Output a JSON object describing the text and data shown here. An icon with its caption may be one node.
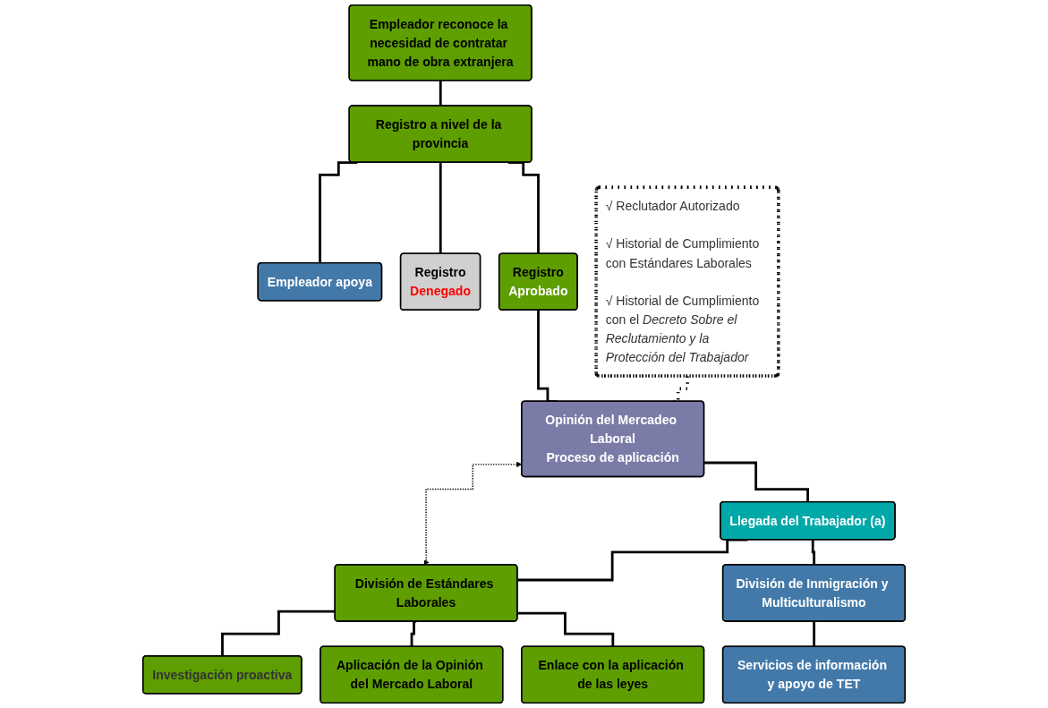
{
  "diagram": {
    "nodes": [
      {
        "text": [
          "Empleador reconoce la necesidad de contratar mano de obra extranjera"
        ]
      },
      {
        "text": [
          "Registro a nivel de la provincia"
        ]
      },
      {
        "text": [
          "Empleador apoya"
        ]
      },
      {
        "text": [
          "Registro",
          "Denegado"
        ]
      },
      {
        "text": [
          "Registro",
          "Aprobado"
        ]
      },
      {
        "text": [
          "Opinión del Mercadeo Laboral",
          "Proceso de aplicación"
        ]
      },
      {
        "text": [
          "Llegada del Trabajador (a)"
        ]
      },
      {
        "text": [
          "√ Reclutador Autorizado",
          "√ Historial de Cumplimiento con Estándares Laborales",
          "√ Historial de Cumplimiento con el *Decreto Sobre el Reclutamiento y la Protección del Trabajador*"
        ]
      },
      {
        "text": [
          "División de Inmigración y Multiculturalismo"
        ]
      },
      {
        "text": [
          "División de Estándares Laborales"
        ]
      },
      {
        "text": [
          "Servicios de información y apoyo de TET"
        ]
      },
      {
        "text": [
          "Investigación proactiva"
        ]
      },
      {
        "text": [
          "Aplicación de la Opinión del Mercado Laboral"
        ]
      },
      {
        "text": [
          "Enlace con la aplicación de las leyes"
        ]
      }
    ],
    "edges": [
      {
        "from": 0,
        "to": 1,
        "arrow": "none"
      },
      {
        "from": 1,
        "to": 2,
        "arrow": "none"
      },
      {
        "from": 1,
        "to": 3,
        "arrow": "none"
      },
      {
        "from": 1,
        "to": 4,
        "arrow": "none"
      },
      {
        "from": 4,
        "to": 5,
        "arrow": "none"
      },
      {
        "from": 7,
        "to": 5,
        "arrow": "none",
        "style": "dashed"
      },
      {
        "from": 5,
        "to": 9,
        "arrow": "both",
        "style": "dashed"
      },
      {
        "from": 5,
        "to": 6,
        "arrow": "none"
      },
      {
        "from": 6,
        "to": 8,
        "arrow": "none"
      },
      {
        "from": 6,
        "to": 9,
        "arrow": "none"
      },
      {
        "from": 8,
        "to": 10,
        "arrow": "none"
      },
      {
        "from": 9,
        "to": 11,
        "arrow": "none"
      },
      {
        "from": 9,
        "to": 12,
        "arrow": "none"
      },
      {
        "from": 9,
        "to": 13,
        "arrow": "none"
      }
    ]
  }
}
